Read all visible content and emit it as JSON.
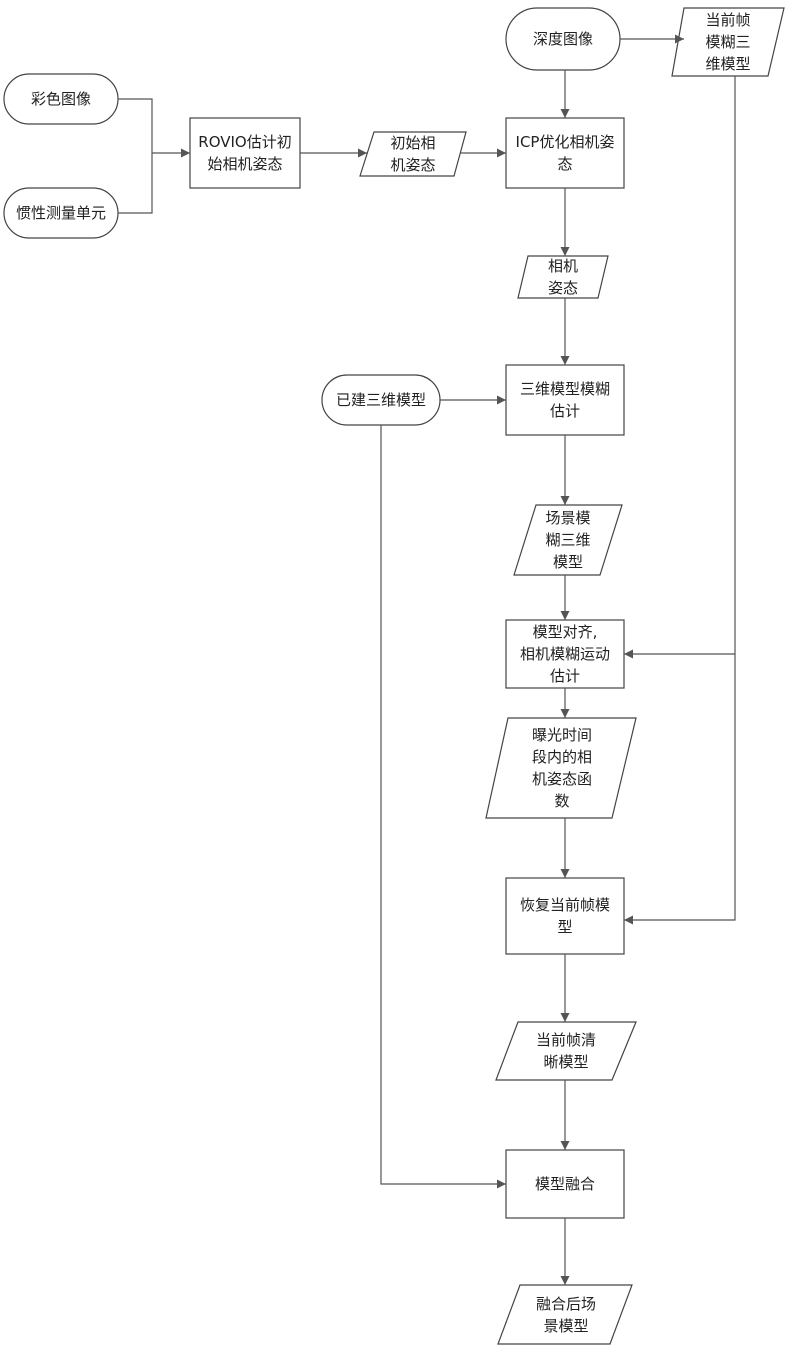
{
  "nodes": {
    "depth_image": "深度图像",
    "current_frame_blur_3d": "当前帧\n模糊三\n维模型",
    "color_image": "彩色图像",
    "imu": "惯性测量单元",
    "rovio": "ROVIO估计初\n始相机姿态",
    "initial_pose": "初始相\n机姿态",
    "icp": "ICP优化相机姿\n态",
    "camera_pose": "相机\n姿态",
    "built_3d_model": "已建三维模型",
    "blur_estimation": "三维模型模糊\n估计",
    "scene_blur_model": "场景模\n糊三维\n模型",
    "model_alignment": "模型对齐,\n相机模糊运动\n估计",
    "pose_function": "曝光时间\n段内的相\n机姿态函\n数",
    "restore_current_frame": "恢复当前帧模\n型",
    "current_frame_clear": "当前帧清\n晰模型",
    "model_fusion": "模型融合",
    "fused_scene_model": "融合后场\n景模型"
  }
}
